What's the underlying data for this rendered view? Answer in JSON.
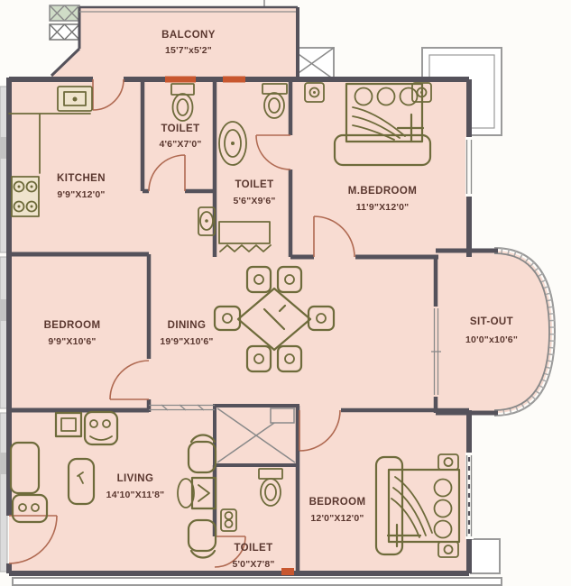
{
  "page": {
    "type": "apartment-floor-plan"
  },
  "colors": {
    "floor": "#f8dcd2",
    "wall": "#55525b",
    "fixture": "#6e6b3b",
    "label": "#5a372f",
    "door": "#b06a52",
    "accent": "#c8572f",
    "exterior": "#dcdcdc"
  },
  "rooms": [
    {
      "id": "balcony",
      "label": "BALCONY",
      "dims": "15'7\"x5'2\""
    },
    {
      "id": "kitchen",
      "label": "KITCHEN",
      "dims": "9'9\"X12'0\""
    },
    {
      "id": "toilet-top",
      "label": "TOILET",
      "dims": "4'6\"X7'0\""
    },
    {
      "id": "toilet-common",
      "label": "TOILET",
      "dims": "5'6\"X9'6\""
    },
    {
      "id": "master-bedroom",
      "label": "M.BEDROOM",
      "dims": "11'9\"X12'0\""
    },
    {
      "id": "bedroom-left",
      "label": "BEDROOM",
      "dims": "9'9\"X10'6\""
    },
    {
      "id": "dining",
      "label": "DINING",
      "dims": "19'9\"X10'6\""
    },
    {
      "id": "sit-out",
      "label": "SIT-OUT",
      "dims": "10'0\"x10'6\""
    },
    {
      "id": "living",
      "label": "LIVING",
      "dims": "14'10\"X11'8\""
    },
    {
      "id": "toilet-bottom",
      "label": "TOILET",
      "dims": "5'0\"X7'8\""
    },
    {
      "id": "bedroom-right",
      "label": "BEDROOM",
      "dims": "12'0\"X12'0\""
    }
  ]
}
